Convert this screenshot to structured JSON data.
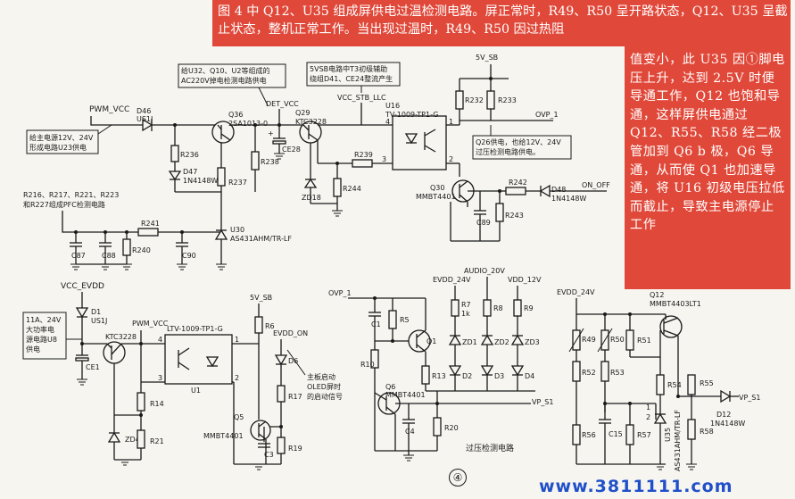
{
  "explanation_text_top": "图 4 中 Q12、U35 组成屏供电过温检测电路。屏正常时，R49、R50 呈开路状态，Q12、U35 呈截止状态，整机正常工作。当出现过温时，R49、R50 因过热阻",
  "explanation_text_side": "值变小，此 U35 因①脚电压上升，达到 2.5V 时便导通工作，Q12 也饱和导通，这样屏供电通过 Q12、R55、R58 经二极管加到 Q6 b 极，Q6 导通，从而使 Q1 也加速导通，将 U16 初级电压拉低而截止，导致主电源停止工作",
  "notes": {
    "main_power_note": "给主电源12V、24V\n形成电路U23供电",
    "ac220v_note": "给U32、Q10、U2等组成的\nAC220V掉电检测电路供电",
    "vsb_note": "5VSB电路中T3初级辅助\n绕组D41、CE24整流产生",
    "q26_note": "Q26供电，也给12V、24V\n过压检测电路供电。",
    "pfc_note": "R216、R217、R221、R223\n和R227组成PFC检测电路",
    "u8_note": "11A、24V\n大功率电\n源电路U8\n供电",
    "oled_note": "主板启动\nOLED屏时\n的启动信号"
  },
  "nets": {
    "pwm_vcc": "PWM_VCC",
    "det_vcc": "DET_VCC",
    "vcc_stb_llc": "VCC_STB_LLC",
    "v5_sb": "5V_SB",
    "ovp_1": "OVP_1",
    "on_off": "ON_OFF",
    "vcc_evdd": "VCC_EVDD",
    "evdd_on": "EVDD_ON",
    "evdd_24v": "EVDD_24V",
    "audio_20v": "AUDIO_20V",
    "vdd_12v": "VDD_12V",
    "vp_s1": "VP_S1"
  },
  "components": {
    "D46": "D46",
    "US1J": "US1J",
    "Q36": "Q36",
    "Q36_part": "2SA1013-0",
    "R236": "R236",
    "D47": "D47",
    "D47_part": "1N4148W",
    "R237": "R237",
    "R238": "R238",
    "CE28": "CE28",
    "Q29": "Q29",
    "Q29_part": "KTC3228",
    "ZD18": "ZD18",
    "R244": "R244",
    "R239": "R239",
    "U16": "U16",
    "U16_part": "TV-1009-TP1-G",
    "R232": "R232",
    "R233": "R233",
    "Q30": "Q30",
    "Q30_part": "MMBT4401",
    "C89": "C89",
    "R243": "R243",
    "R242": "R242",
    "D48": "D48",
    "D48_part": "1N4148W",
    "R241": "R241",
    "C87": "C87",
    "C88": "C88",
    "R240": "R240",
    "C90": "C90",
    "U30": "U30",
    "U30_part": "AS431AHM/TR-LF",
    "D1": "D1",
    "D1_part": "US1J",
    "CE1": "CE1",
    "Q_KTC": "KTC3228",
    "ZD4": "ZD4",
    "R14": "R14",
    "R21": "R21",
    "U1": "U1",
    "U1_part": "LTV-1009-TP1-G",
    "R6": "R6",
    "D6": "D6",
    "R17": "R17",
    "R19": "R19",
    "Q5": "Q5",
    "Q5_part": "MMBT4401",
    "C3": "C3",
    "C1": "C1",
    "R5": "R5",
    "R10": "R10",
    "Q1": "Q1",
    "R13": "R13",
    "Q6": "Q6",
    "Q6_part": "MMBT4401",
    "C4": "C4",
    "R20": "R20",
    "R7": "R7",
    "R7_val": "1k",
    "R8": "R8",
    "R9": "R9",
    "ZD1": "ZD1",
    "ZD2": "ZD2",
    "ZD3": "ZD3",
    "D2": "D2",
    "D3": "D3",
    "D4": "D4",
    "Q12": "Q12",
    "Q12_part": "MMBT4403LT1",
    "R49": "R49",
    "R50": "R50",
    "R51": "R51",
    "R52": "R52",
    "R53": "R53",
    "R54": "R54",
    "R55": "R55",
    "R56": "R56",
    "R57": "R57",
    "R58": "R58",
    "C15": "C15",
    "U35": "U35",
    "U35_part": "AS431AHM/TR-LF",
    "D12": "D12",
    "D12_part": "1N4148W"
  },
  "pins": {
    "p1": "1",
    "p2": "2",
    "p3": "3",
    "p4": "4"
  },
  "caption": "过压检测电路",
  "page_number": "④",
  "watermark": "www.3811111.com"
}
